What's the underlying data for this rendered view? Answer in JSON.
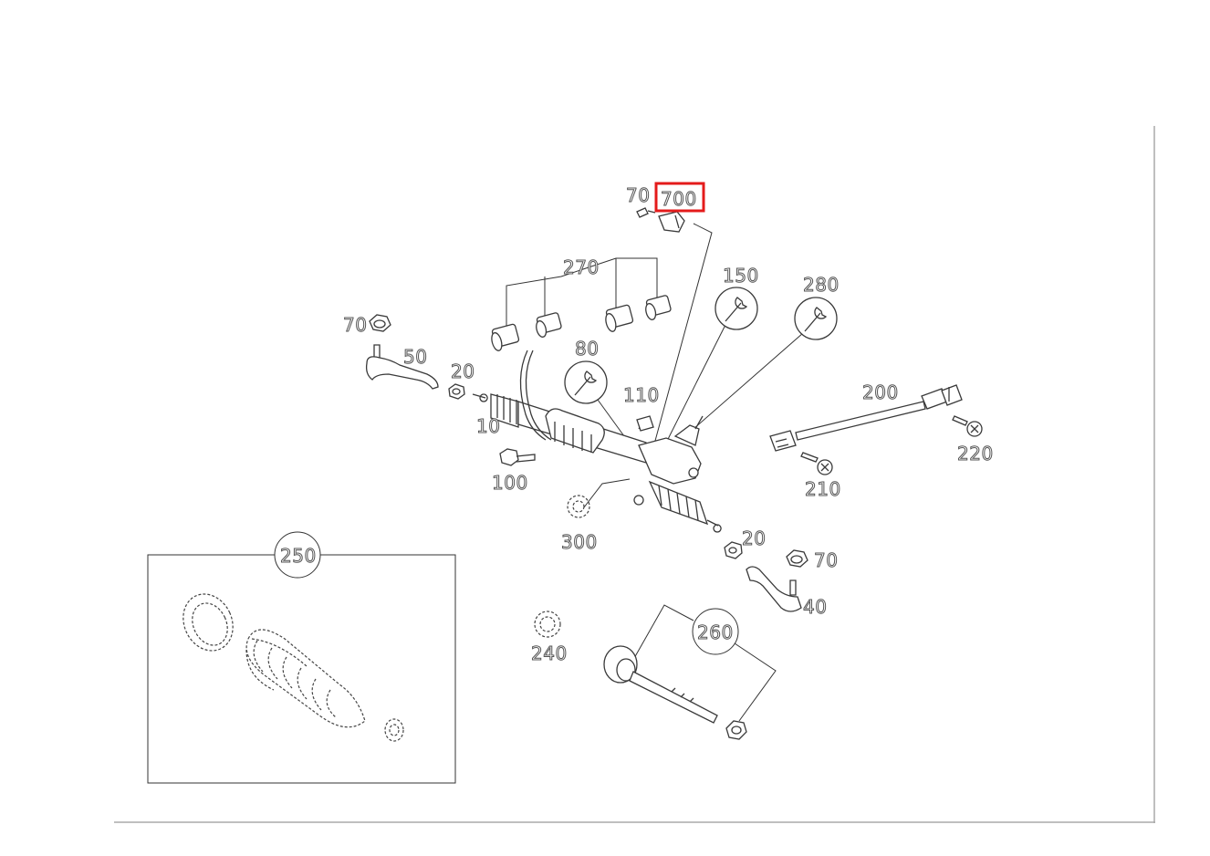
{
  "diagram": {
    "labels": {
      "p70_top": "70",
      "p700": "700",
      "p270": "270",
      "p150": "150",
      "p280": "280",
      "p70_left": "70",
      "p50": "50",
      "p20_left": "20",
      "p80": "80",
      "p110": "110",
      "p10": "10",
      "p100": "100",
      "p200": "200",
      "p220": "220",
      "p210": "210",
      "p300": "300",
      "p20_right": "20",
      "p70_right": "70",
      "p40": "40",
      "p250": "250",
      "p260": "260",
      "p240": "240"
    },
    "highlight": {
      "part": "700",
      "color": "#e41b1b"
    }
  }
}
